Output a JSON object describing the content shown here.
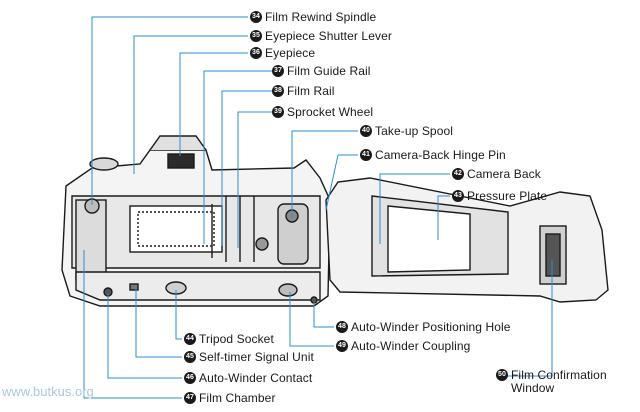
{
  "callouts": [
    {
      "num": "34",
      "label": "Film Rewind Spindle"
    },
    {
      "num": "35",
      "label": "Eyepiece Shutter Lever"
    },
    {
      "num": "36",
      "label": "Eyepiece"
    },
    {
      "num": "37",
      "label": "Film Guide Rail"
    },
    {
      "num": "38",
      "label": "Film Rail"
    },
    {
      "num": "39",
      "label": "Sprocket Wheel"
    },
    {
      "num": "40",
      "label": "Take-up Spool"
    },
    {
      "num": "41",
      "label": "Camera-Back Hinge Pin"
    },
    {
      "num": "42",
      "label": "Camera Back"
    },
    {
      "num": "43",
      "label": "Pressure Plate"
    },
    {
      "num": "44",
      "label": "Tripod Socket"
    },
    {
      "num": "45",
      "label": "Self-timer Signal Unit"
    },
    {
      "num": "46",
      "label": "Auto-Winder Contact"
    },
    {
      "num": "47",
      "label": "Film Chamber"
    },
    {
      "num": "48",
      "label": "Auto-Winder Positioning Hole"
    },
    {
      "num": "49",
      "label": "Auto-Winder Coupling"
    },
    {
      "num": "50",
      "label": "Film Confirmation Window"
    }
  ],
  "watermark": "www.butkus.org",
  "colors": {
    "leader": "#2a8fd0",
    "ink": "#1a1a1a",
    "watermark": "#a8c8e4"
  }
}
